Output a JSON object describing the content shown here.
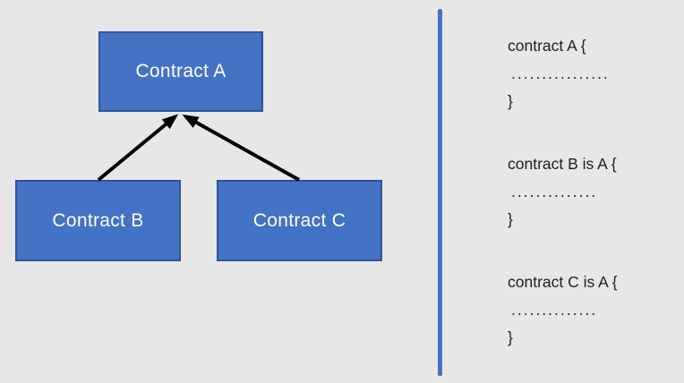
{
  "diagram": {
    "nodes": [
      {
        "id": "A",
        "label": "Contract A"
      },
      {
        "id": "B",
        "label": "Contract B"
      },
      {
        "id": "C",
        "label": "Contract C"
      }
    ],
    "edges": [
      {
        "from": "Contract B",
        "to": "Contract A"
      },
      {
        "from": "Contract C",
        "to": "Contract A"
      }
    ]
  },
  "code_panel": {
    "blocks": [
      {
        "header": "contract A {",
        "body": "................",
        "footer": "}"
      },
      {
        "header": "contract B is A {",
        "body": "..............",
        "footer": "}"
      },
      {
        "header": "contract C is A {",
        "body": "..............",
        "footer": "}"
      }
    ]
  },
  "colors": {
    "background": "#E7E7E7",
    "node_fill": "#4472C4",
    "node_border": "#2F5597",
    "node_text": "#FFFFFF",
    "arrow": "#000000",
    "divider": "#4472C4",
    "code_text": "#1F1F1F"
  }
}
